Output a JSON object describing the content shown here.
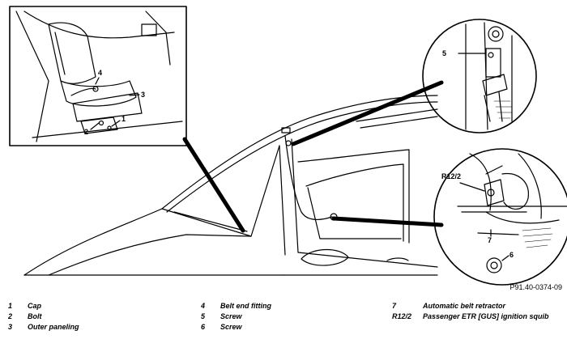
{
  "callouts": {
    "n1": "1",
    "n2": "2",
    "n3": "3",
    "n4": "4",
    "n5": "5",
    "n6": "6",
    "n7": "7",
    "n_r12": "R12/2"
  },
  "figure_id": "P91.40-0374-09",
  "legend": [
    {
      "num": "1",
      "label": "Cap"
    },
    {
      "num": "2",
      "label": "Bolt"
    },
    {
      "num": "3",
      "label": "Outer paneling"
    },
    {
      "num": "4",
      "label": "Belt end fitting"
    },
    {
      "num": "5",
      "label": "Screw"
    },
    {
      "num": "6",
      "label": "Screw"
    },
    {
      "num": "7",
      "label": "Automatic belt retractor"
    },
    {
      "num": "R12/2",
      "label": "Passenger ETR [GUS] ignition squib"
    }
  ]
}
